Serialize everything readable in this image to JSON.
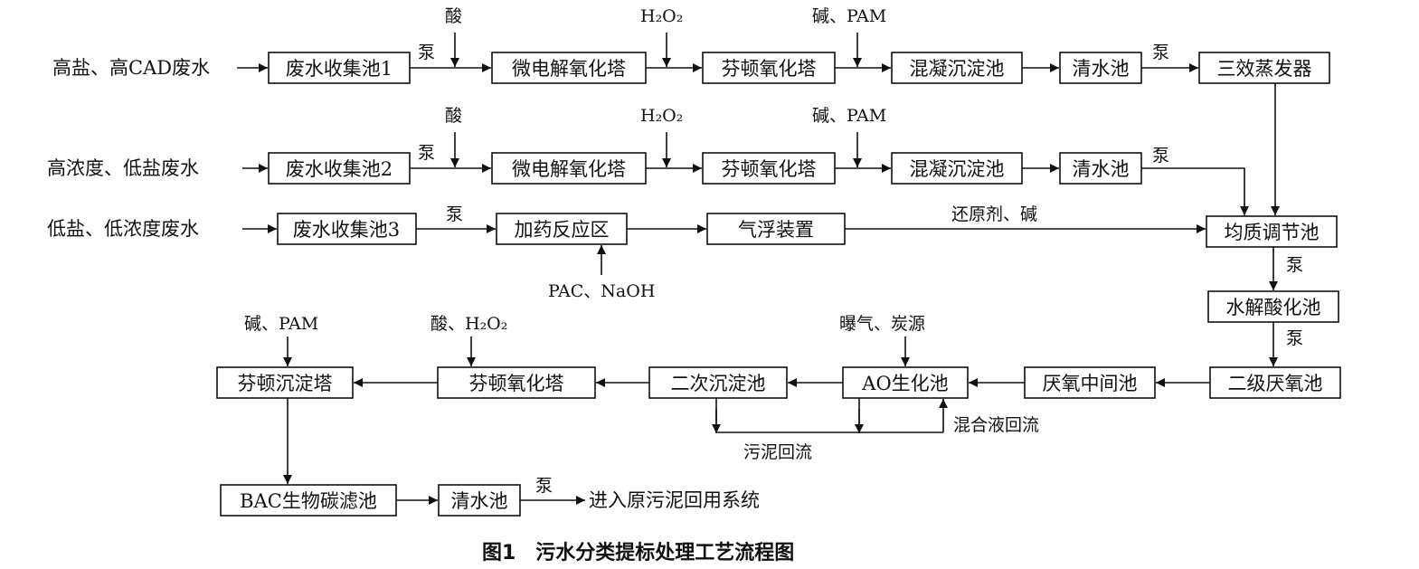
{
  "caption": "图1　污水分类提标处理工艺流程图",
  "inputs": {
    "in1": "高盐、高CAD废水",
    "in2": "高浓度、低盐废水",
    "in3": "低盐、低浓度废水"
  },
  "boxes": {
    "r1_collect": "废水收集池1",
    "r1_micro": "微电解氧化塔",
    "r1_fenton": "芬顿氧化塔",
    "r1_coag": "混凝沉淀池",
    "r1_clear": "清水池",
    "r1_evap": "三效蒸发器",
    "r2_collect": "废水收集池2",
    "r2_micro": "微电解氧化塔",
    "r2_fenton": "芬顿氧化塔",
    "r2_coag": "混凝沉淀池",
    "r2_clear": "清水池",
    "r3_collect": "废水收集池3",
    "r3_dosing": "加药反应区",
    "r3_flotation": "气浮装置",
    "homog": "均质调节池",
    "hydrolysis": "水解酸化池",
    "anaerobic2": "二级厌氧池",
    "anox_mid": "厌氧中间池",
    "ao": "AO生化池",
    "sec_settle": "二次沉淀池",
    "fenton_ox": "芬顿氧化塔",
    "fenton_settle": "芬顿沉淀塔",
    "bac": "BAC生物碳滤池",
    "final_clear": "清水池"
  },
  "labels": {
    "pump": "泵",
    "acid": "酸",
    "h2o2": "H₂O₂",
    "alkali_pam": "碱、PAM",
    "reducer": "还原剂、碱",
    "pac_naoh": "PAC、NaOH",
    "aeration": "曝气、炭源",
    "acid_h2o2": "酸、H₂O₂",
    "mixed_return": "混合液回流",
    "sludge_return": "污泥回流",
    "to_system": "进入原污泥回用系统"
  }
}
